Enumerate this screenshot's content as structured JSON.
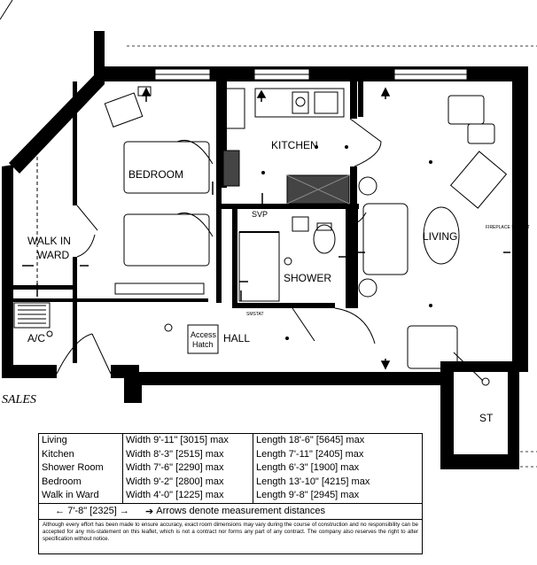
{
  "rooms": {
    "bedroom": "BEDROOM",
    "kitchen": "KITCHEN",
    "living": "LIVING",
    "walk_in_ward_line1": "WALK IN",
    "walk_in_ward_line2": "WARD",
    "shower": "SHOWER",
    "hall": "HALL",
    "ac": "A/C",
    "st": "ST",
    "access_hatch_line1": "Access",
    "access_hatch_line2": "Hatch",
    "svp": "SVP",
    "smstat": "SMSTAT",
    "fireplace": "FIREPLACE SOCKET"
  },
  "sales_label": "SALES",
  "dimensions": {
    "rows": [
      {
        "room": "Living",
        "width": "Width 9'-11\" [3015] max",
        "length": "Length 18'-6\" [5645]  max"
      },
      {
        "room": "Kitchen",
        "width": "Width 8'-3\" [2515] max",
        "length": "Length 7'-11\" [2405]  max"
      },
      {
        "room": "Shower Room",
        "width": "Width 7'-6\" [2290] max",
        "length": "Length 6'-3\" [1900]  max"
      },
      {
        "room": "Bedroom",
        "width": "Width 9'-2\" [2800] max",
        "length": "Length 13'-10\" [4215]  max"
      },
      {
        "room": "Walk in Ward",
        "width": "Width 4'-0\" [1225] max",
        "length": "Length 9'-8\" [2945]  max"
      }
    ],
    "measurement": "7'-8\" [2325]",
    "arrow_note": "Arrows denote measurement distances",
    "disclaimer": "Although every effort has been made to ensure accuracy, exact room dimensions may vary during the course of construction and no responsibility can be accepted for any mis-statement on this leaflet, which is not a contract nor forms any part of any contract. The company also reserves the right to alter specification without notice."
  }
}
